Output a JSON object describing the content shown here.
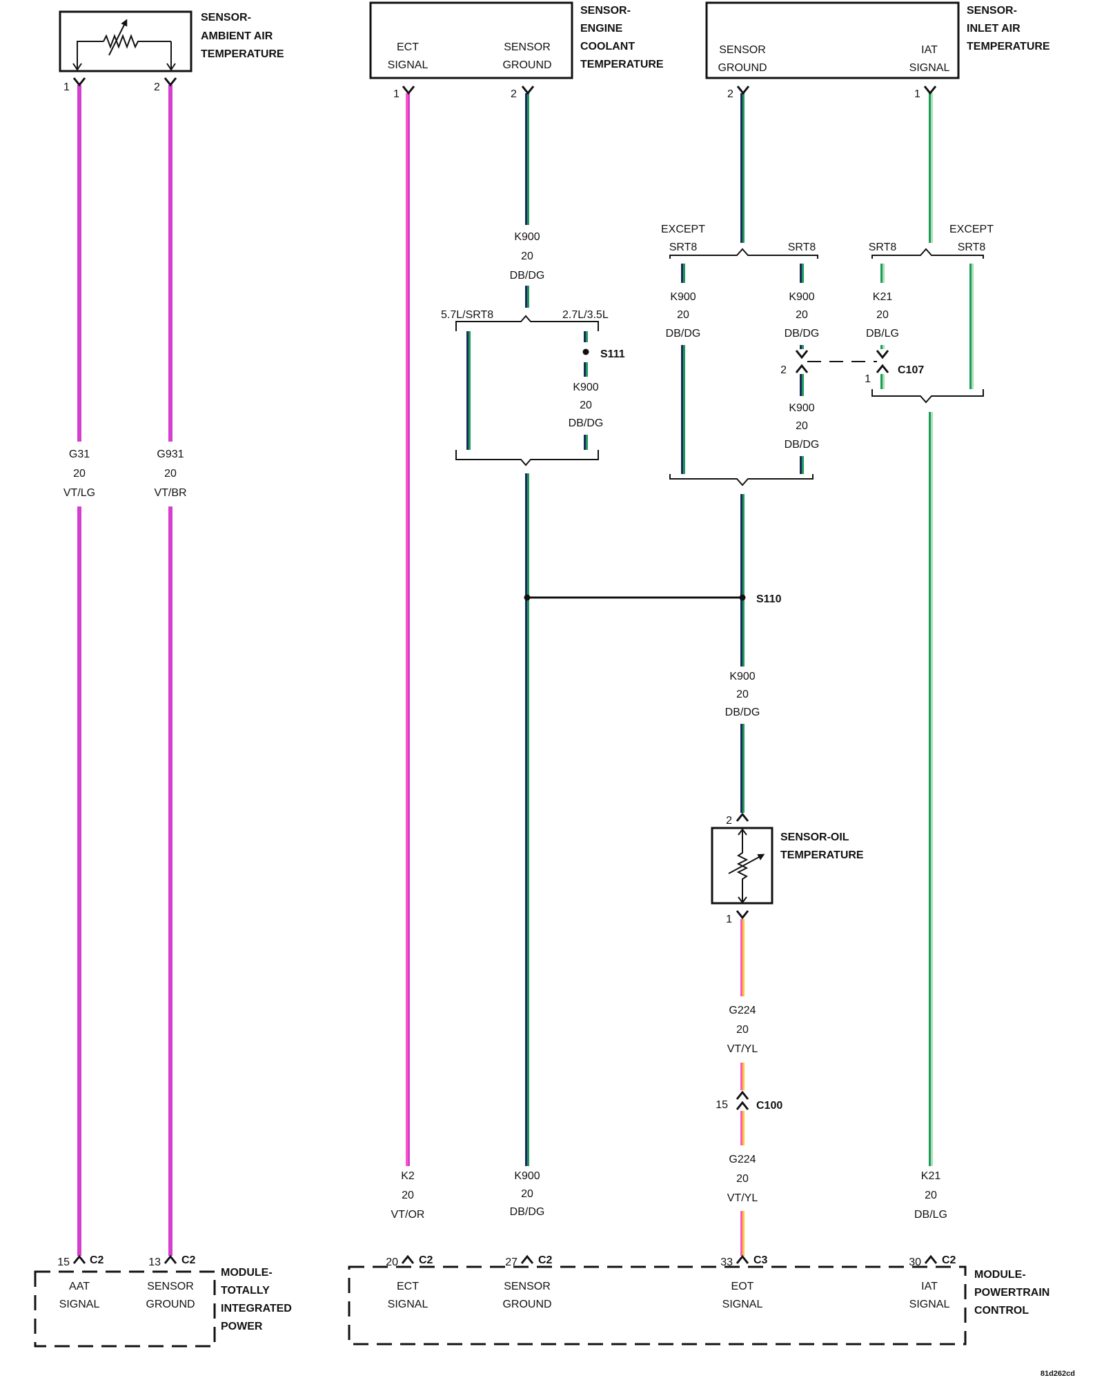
{
  "colors": {
    "violet": "#d43fd0",
    "pink": "#ff55c8",
    "green": "#1f9a5c",
    "navy": "#1a2a5c",
    "yellow": "#f5cf30",
    "orange": "#ff9a2e",
    "lightgreen": "#a8e0b0",
    "brown": "#b04020"
  },
  "sensor_aat": {
    "title": [
      "SENSOR-",
      "AMBIENT AIR",
      "TEMPERATURE"
    ],
    "pin1": "1",
    "pin2": "2"
  },
  "sensor_ect": {
    "title": [
      "SENSOR-",
      "ENGINE",
      "COOLANT",
      "TEMPERATURE"
    ],
    "left": [
      "ECT",
      "SIGNAL"
    ],
    "right": [
      "SENSOR",
      "GROUND"
    ],
    "pin1": "1",
    "pin2": "2"
  },
  "sensor_iat": {
    "title": [
      "SENSOR-",
      "INLET AIR",
      "TEMPERATURE"
    ],
    "left": [
      "SENSOR",
      "GROUND"
    ],
    "right": [
      "IAT",
      "SIGNAL"
    ],
    "pin2": "2",
    "pin1": "1"
  },
  "sensor_oil": {
    "title": [
      "SENSOR-OIL",
      "TEMPERATURE"
    ],
    "pin2": "2",
    "pin1": "1"
  },
  "wires": {
    "g31": [
      "G31",
      "20",
      "VT/LG"
    ],
    "g931": [
      "G931",
      "20",
      "VT/BR"
    ],
    "k900_top": [
      "K900",
      "20",
      "DB/DG"
    ],
    "k900_s111": [
      "K900",
      "20",
      "DB/DG"
    ],
    "k900_a": [
      "K900",
      "20",
      "DB/DG"
    ],
    "k900_b": [
      "K900",
      "20",
      "DB/DG"
    ],
    "k21_a": [
      "K21",
      "20",
      "DB/LG"
    ],
    "k900_c": [
      "K900",
      "20",
      "DB/DG"
    ],
    "k900_mid": [
      "K900",
      "20",
      "DB/DG"
    ],
    "g224_a": [
      "G224",
      "20",
      "VT/YL"
    ],
    "g224_b": [
      "G224",
      "20",
      "VT/YL"
    ],
    "k2": [
      "K2",
      "20",
      "VT/OR"
    ],
    "k900_bot": [
      "K900",
      "20",
      "DB/DG"
    ],
    "k21_bot": [
      "K21",
      "20",
      "DB/LG"
    ]
  },
  "branches": {
    "ect_left": "5.7L/SRT8",
    "ect_right": "2.7L/3.5L",
    "iat_gnd_left": [
      "EXCEPT",
      "SRT8"
    ],
    "iat_gnd_right": "SRT8",
    "iat_sig_left": "SRT8",
    "iat_sig_right": [
      "EXCEPT",
      "SRT8"
    ]
  },
  "splices": {
    "s111": "S111",
    "s110": "S110"
  },
  "connectors": {
    "c107": {
      "name": "C107",
      "pin_a": "2",
      "pin_b": "1"
    },
    "c100": {
      "name": "C100",
      "pin": "15"
    }
  },
  "module_tip": {
    "title": [
      "MODULE-",
      "TOTALLY",
      "INTEGRATED",
      "POWER"
    ],
    "p1": {
      "num": "15",
      "conn": "C2",
      "label": [
        "AAT",
        "SIGNAL"
      ]
    },
    "p2": {
      "num": "13",
      "conn": "C2",
      "label": [
        "SENSOR",
        "GROUND"
      ]
    }
  },
  "module_pcm": {
    "title": [
      "MODULE-",
      "POWERTRAIN",
      "CONTROL"
    ],
    "p1": {
      "num": "20",
      "conn": "C2",
      "label": [
        "ECT",
        "SIGNAL"
      ]
    },
    "p2": {
      "num": "27",
      "conn": "C2",
      "label": [
        "SENSOR",
        "GROUND"
      ]
    },
    "p3": {
      "num": "33",
      "conn": "C3",
      "label": [
        "EOT",
        "SIGNAL"
      ]
    },
    "p4": {
      "num": "30",
      "conn": "C2",
      "label": [
        "IAT",
        "SIGNAL"
      ]
    }
  },
  "footer_code": "81d262cd"
}
